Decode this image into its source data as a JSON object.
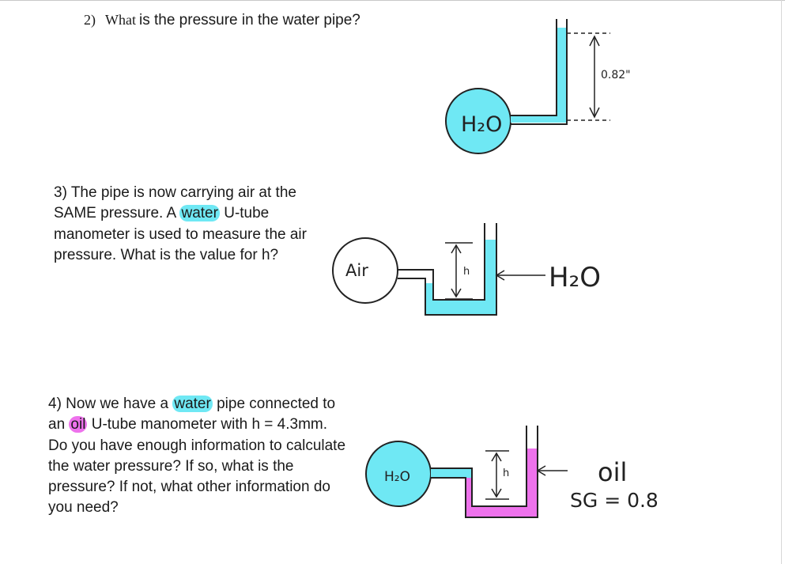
{
  "q2": {
    "number": "2)",
    "what": "What",
    "rest": "is the pressure in the water pipe?"
  },
  "fig2": {
    "circle_label": "H₂O",
    "height_label": "0.82\""
  },
  "q3": {
    "text_before": "3) The pipe is now carrying air at the SAME pressure. A ",
    "highlight": "water",
    "text_after": " U-tube manometer is used to measure the air pressure. What is the value for h?"
  },
  "fig3": {
    "circle_label": "Air",
    "h_label": "h",
    "fluid_label": "H₂O"
  },
  "q4": {
    "text_1": "4) Now we have a ",
    "highlight_1": "water",
    "text_2": " pipe connected to an ",
    "highlight_2": "oil",
    "text_3": " U-tube manometer with h = 4.3mm.  Do you have enough information to calculate the water pressure?  If so, what is the pressure?  If not, what other information do you need?"
  },
  "fig4": {
    "circle_label": "H₂O",
    "h_label": "h",
    "fluid_label": "oil",
    "sg_label": "SG = 0.8"
  },
  "colors": {
    "water": "#6fe8f4",
    "oil": "#ee72ec",
    "ink": "#222222"
  }
}
